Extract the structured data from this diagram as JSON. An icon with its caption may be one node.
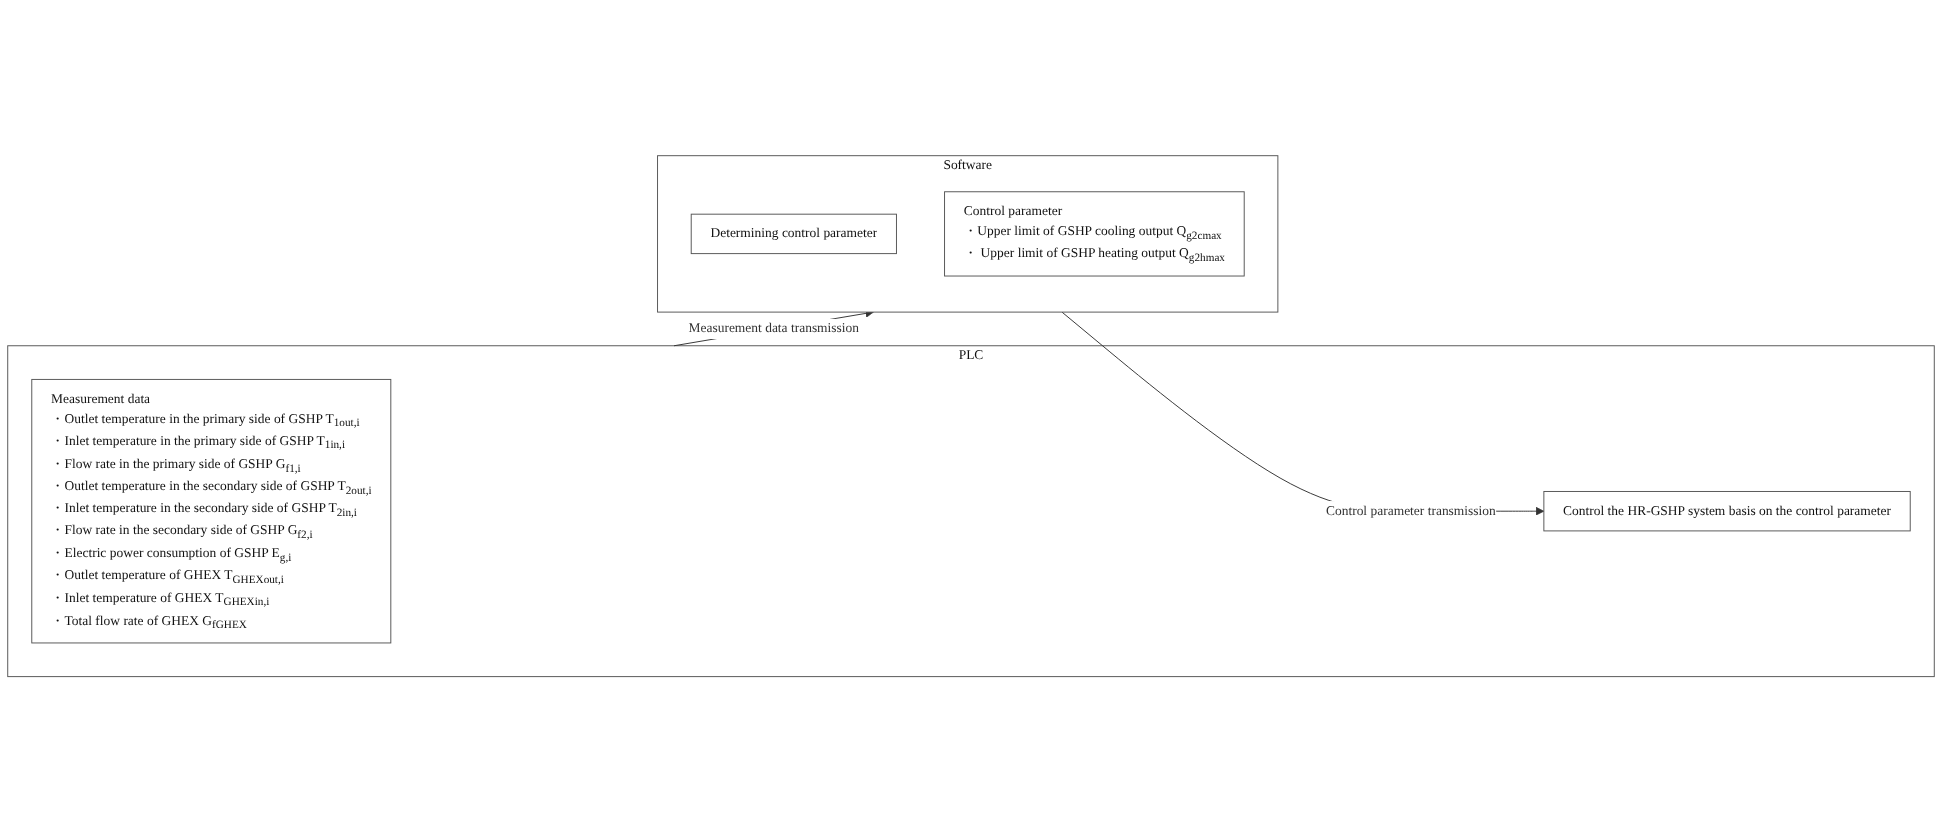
{
  "diagram": {
    "nodes": [
      {
        "text": [
          "PLC"
        ]
      },
      {
        "text": [
          "Measurement data",
          "・Outlet temperature in the primary side of GSHP T$_{1out,i}$",
          "・Inlet temperature in the primary side of GSHP T$_{1in,i}$",
          "・Flow rate in the primary side of GSHP G$_{f1,i}$",
          "・Outlet temperature in the secondary side of GSHP T$_{2out,i}$",
          "・Inlet temperature in the secondary side of GSHP T$_{2in,i}$",
          "・Flow rate in the secondary side of GSHP G$_{f2,i}$",
          "・Electric power consumption of GSHP E$_{g,i}$",
          "・Outlet temperature of GHEX T$_{GHEXout,i}$",
          "・Inlet temperature of GHEX T$_{GHEXin,i}$",
          "・Total flow rate of GHEX G$_{fGHEX}$"
        ],
        "in": 0
      },
      {
        "text": [
          "Control the HR-GSHP system basis on the control parameter"
        ],
        "in": 0
      },
      {
        "text": [
          "Software"
        ]
      },
      {
        "text": [
          "Determining control parameter"
        ],
        "in": 3
      },
      {
        "text": [
          "Control parameter",
          "・Upper limit of GSHP cooling output Q$_{g2cmax}$",
          "・ Upper limit of GSHP heating output Q$_{g2hmax}$"
        ],
        "in": 3
      }
    ],
    "edges": [
      {
        "from": 0,
        "to": 3,
        "arrow": "to",
        "label": "Measurement data transmission"
      },
      {
        "from": 3,
        "to": 2,
        "arrow": "to",
        "label": "Control parameter transmission"
      }
    ]
  }
}
